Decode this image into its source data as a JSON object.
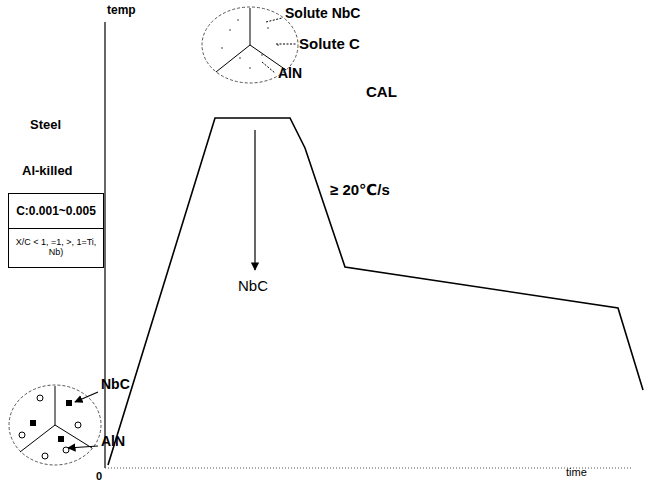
{
  "diagram": {
    "nodes": [
      {
        "text": [
          "C:0.001~0.005",
          "X/C < 1, =1, >, 1=Ti, Nb)"
        ]
      }
    ],
    "labels": [
      "temp",
      "Steel",
      "Al-killed",
      "Solute NbC",
      "Solute C",
      "AlN",
      "CAL",
      "≥ 20℃/s",
      "NbC",
      "NbC",
      "AlN",
      "0",
      "time"
    ]
  }
}
